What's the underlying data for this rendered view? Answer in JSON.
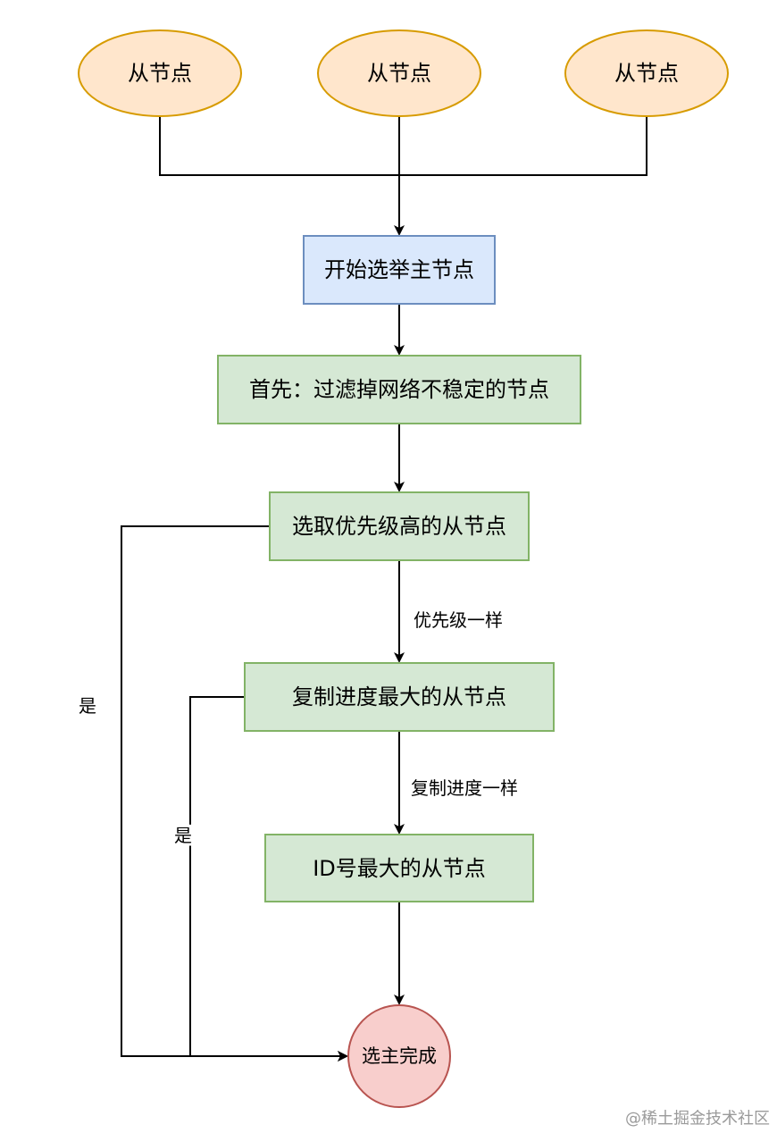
{
  "diagram": {
    "slaves": [
      {
        "label": "从节点"
      },
      {
        "label": "从节点"
      },
      {
        "label": "从节点"
      }
    ],
    "steps": {
      "start": "开始选举主节点",
      "filter": "首先：过滤掉网络不稳定的节点",
      "priority": "选取优先级高的从节点",
      "replication": "复制进度最大的从节点",
      "id": "ID号最大的从节点",
      "done": "选主完成"
    },
    "edge_labels": {
      "same_priority": "优先级一样",
      "same_replication": "复制进度一样",
      "yes_outer": "是",
      "yes_inner": "是"
    },
    "colors": {
      "slave_fill": "#ffe6cc",
      "slave_stroke": "#d79b00",
      "start_fill": "#dae8fc",
      "start_stroke": "#6c8ebf",
      "step_fill": "#d5e8d4",
      "step_stroke": "#82b366",
      "done_fill": "#f8cecc",
      "done_stroke": "#b85450"
    }
  },
  "watermark": "@稀土掘金技术社区"
}
